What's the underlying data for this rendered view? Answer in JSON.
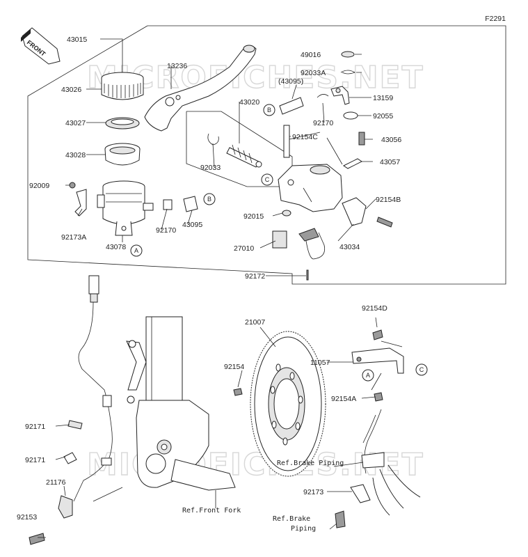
{
  "figure_code": "F2291",
  "front_label": "FRONT",
  "watermark": "MICROFICHES.NET",
  "circle_refs": [
    "A",
    "B",
    "C"
  ],
  "part_labels": [
    "43015",
    "43026",
    "43027",
    "43028",
    "92009",
    "92173A",
    "43078",
    "13236",
    "43020",
    "92033",
    "92170",
    "43095",
    "(43095)",
    "92154C",
    "92170",
    "49016",
    "92033A",
    "13159",
    "92055",
    "43056",
    "43057",
    "92154B",
    "92015",
    "27010",
    "43034",
    "92172",
    "21007",
    "92154",
    "92154D",
    "11057",
    "92154A",
    "92171",
    "92171",
    "21176",
    "92153",
    "92173"
  ],
  "ref_labels": [
    "Ref.Front Fork",
    "Ref.Brake Piping",
    "Ref.Brake",
    "Piping"
  ]
}
